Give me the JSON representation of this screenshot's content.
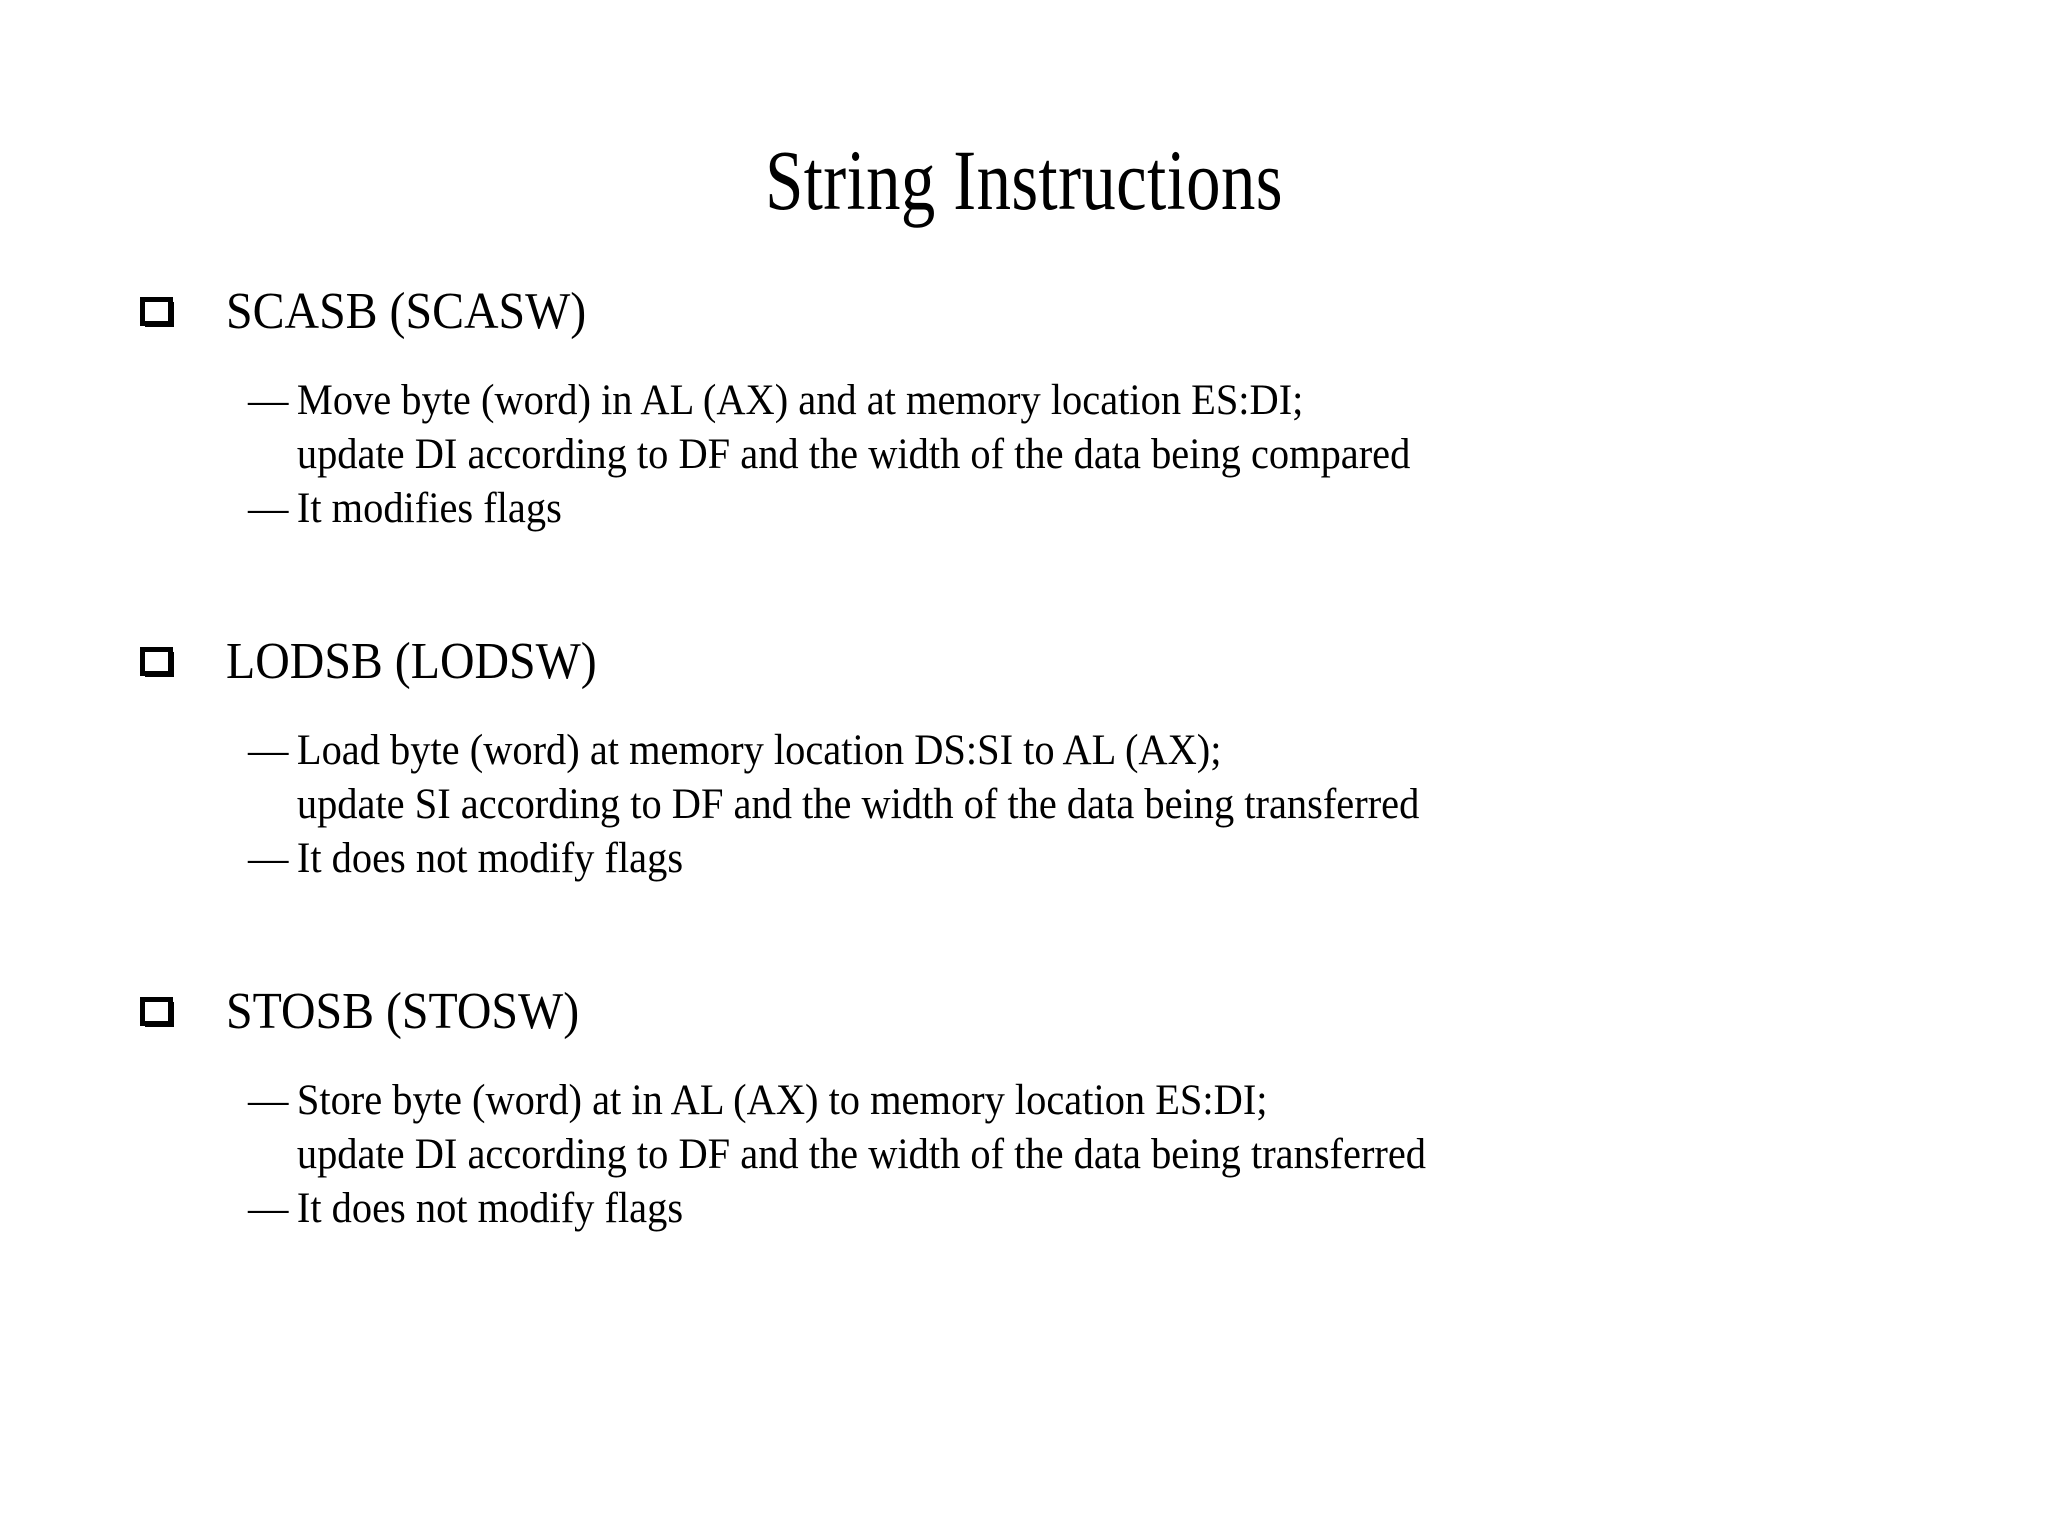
{
  "slide": {
    "title": "String Instructions",
    "bullet_glyph": "hollow-square-shadow",
    "text_color": "#000000",
    "background_color": "#FFFFFF",
    "groups": [
      {
        "id": "scasb",
        "label": "SCASB (SCASW)",
        "lines": [
          {
            "dash": "—",
            "text": "Move byte (word) in AL (AX) and at memory location ES:DI;"
          },
          {
            "cont": "update DI according to DF and the width of the data being compared"
          },
          {
            "dash": "—",
            "text": "It modifies flags"
          }
        ]
      },
      {
        "id": "lodsb",
        "label": "LODSB (LODSW)",
        "lines": [
          {
            "dash": "—",
            "text": "Load byte (word) at memory location DS:SI to AL (AX);"
          },
          {
            "cont": "update SI according to DF and the width of the data being transferred"
          },
          {
            "dash": "—",
            "text": "It does not modify flags"
          }
        ]
      },
      {
        "id": "stosb",
        "label": "STOSB (STOSW)",
        "lines": [
          {
            "dash": "—",
            "text": "Store byte (word) at in AL (AX) to memory location ES:DI;"
          },
          {
            "cont": "update DI according to DF and the width of the data being transferred"
          },
          {
            "dash": "—",
            "text": "It does not modify flags"
          }
        ]
      }
    ]
  }
}
